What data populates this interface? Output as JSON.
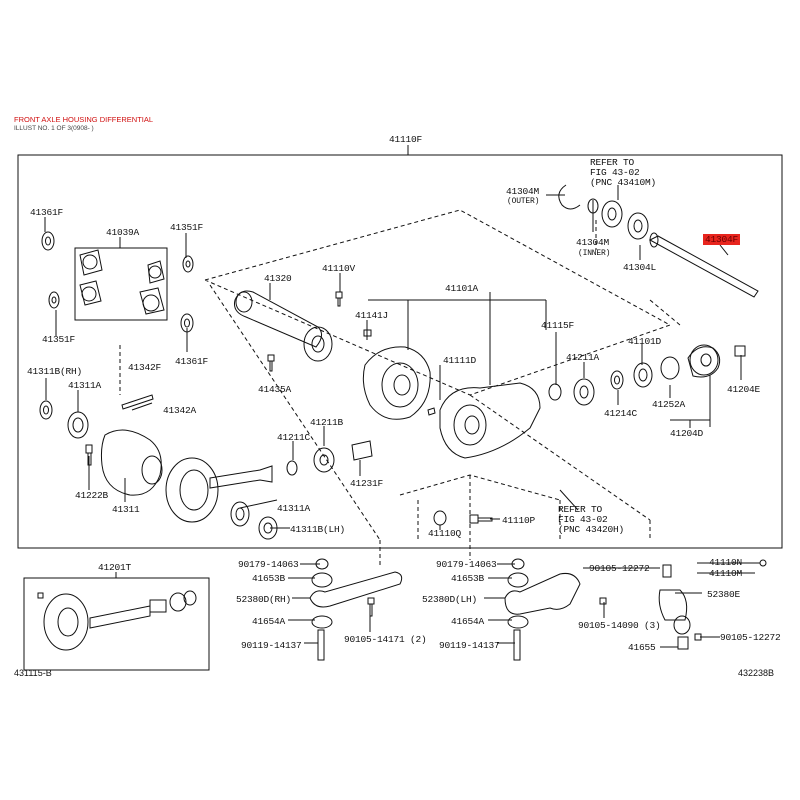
{
  "caption": {
    "title": "FRONT AXLE HOUSING DIFFERENTIAL",
    "subtitle": "ILLUST NO. 1 OF 3(0908- )"
  },
  "labels": {
    "l41110F": "41110F",
    "l41361F_a": "41361F",
    "l41039A": "41039A",
    "l41351F_a": "41351F",
    "l41351F_b": "41351F",
    "l41361F_b": "41361F",
    "l41342F": "41342F",
    "l41342A": "41342A",
    "l41311B_RH": "41311B(RH)",
    "l41311A_a": "41311A",
    "l41222B": "41222B",
    "l41311": "41311",
    "l41320": "41320",
    "l41110V": "41110V",
    "l41141J": "41141J",
    "l41435A": "41435A",
    "l41101A": "41101A",
    "l41111D": "41111D",
    "l41115F": "41115F",
    "l41211A": "41211A",
    "l41101D": "41101D",
    "l41204E": "41204E",
    "l41214C": "41214C",
    "l41252A": "41252A",
    "l41204D": "41204D",
    "l41211B": "41211B",
    "l41211C": "41211C",
    "l41231F": "41231F",
    "l41311A_b": "41311A",
    "l41311B_LH": "41311B(LH)",
    "l41110Q": "41110Q",
    "l41110P": "41110P",
    "l41304M_outer": "41304M",
    "outer": "(OUTER)",
    "l41304M_inner": "41304M",
    "inner": "(INNER)",
    "l41304L": "41304L",
    "l41304F": "41304F",
    "refer1_a": "REFER TO",
    "refer1_b": "FIG 43-02",
    "refer1_c": "(PNC 43410M)",
    "refer2_a": "REFER TO",
    "refer2_b": "FIG 43-02",
    "refer2_c": "(PNC 43420H)",
    "l41201T": "41201T",
    "l90179_a": "90179-14063",
    "l41653B_a": "41653B",
    "l52380D_RH": "52380D(RH)",
    "l41654A_a": "41654A",
    "l90119_a": "90119-14137",
    "l90105_14171": "90105-14171 (2)",
    "l90179_b": "90179-14063",
    "l41653B_b": "41653B",
    "l52380D_LH": "52380D(LH)",
    "l41654A_b": "41654A",
    "l90119_b": "90119-14137",
    "l90105_12272_a": "90105-12272",
    "l90105_14090": "90105-14090 (3)",
    "l41110N": "41110N",
    "l41110M": "41110M",
    "l52380E": "52380E",
    "l90105_12272_b": "90105-12272",
    "l41655": "41655"
  },
  "footer": {
    "left": "431115-B",
    "right": "432238B"
  },
  "colors": {
    "line": "#111111",
    "highlight": "#e8251e"
  }
}
